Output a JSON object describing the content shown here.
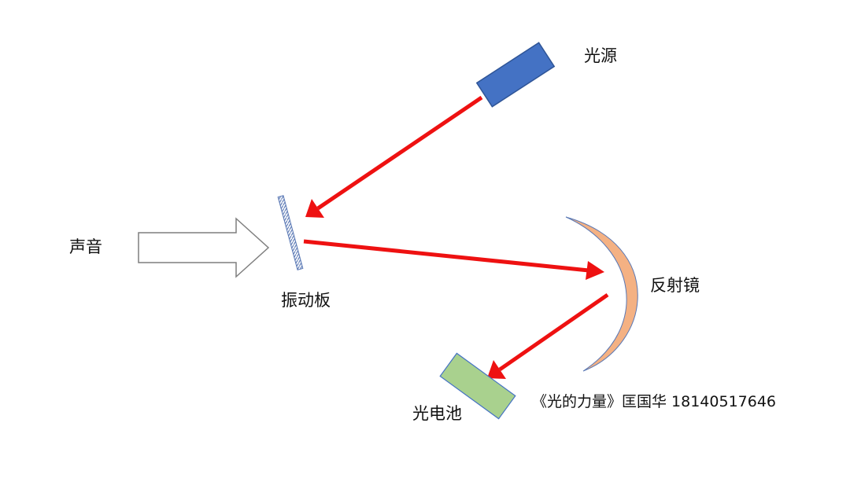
{
  "labels": {
    "light_source": "光源",
    "sound": "声音",
    "diaphragm": "振动板",
    "mirror": "反射镜",
    "photocell": "光电池",
    "credit": "《光的力量》匡国华 18140517646"
  },
  "colors": {
    "light_source": "#4472C4",
    "light_source_border": "#2F5597",
    "beam": "#EE1111",
    "mirror": "#F4B183",
    "mirror_border": "#5B79B5",
    "photocell": "#A9D18E",
    "photocell_border": "#4472C4",
    "diaphragm": "#5B79B5"
  }
}
